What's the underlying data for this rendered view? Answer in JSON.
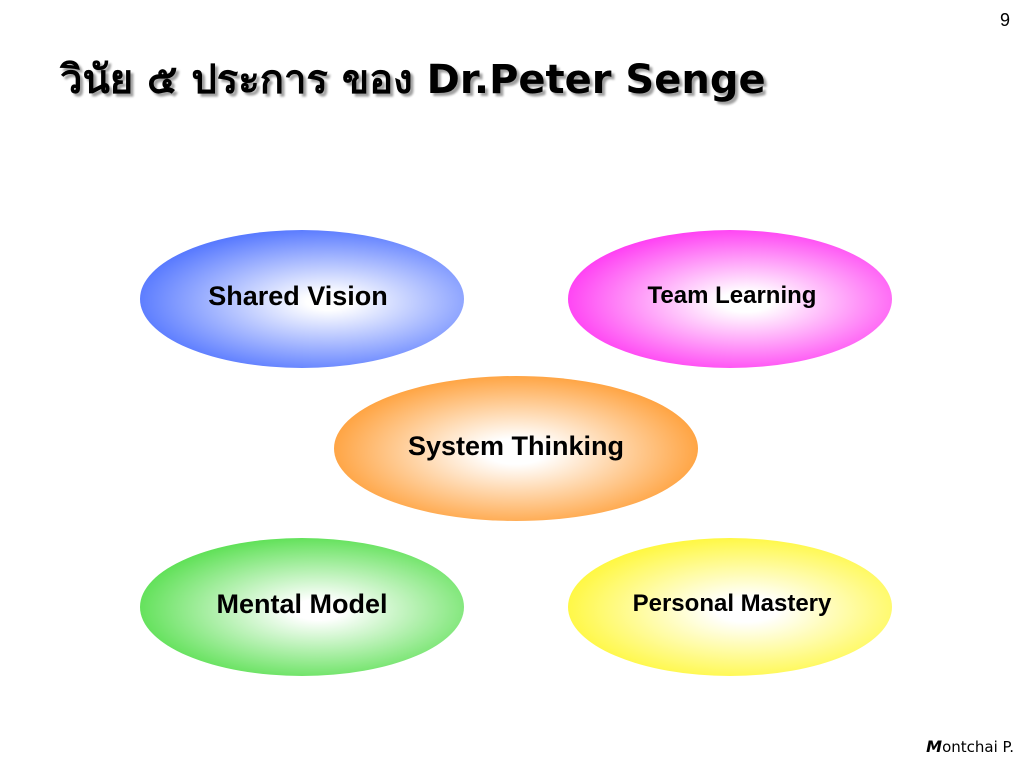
{
  "slide": {
    "number": "9",
    "title": "วินัย ๕ ประการ ของ Dr.Peter Senge"
  },
  "diagram": {
    "nodes": [
      {
        "label": "Shared Vision",
        "color": "#3a5ef7"
      },
      {
        "label": "Team Learning",
        "color": "#f50ef0"
      },
      {
        "label": "System Thinking",
        "color": "#ff8c1a"
      },
      {
        "label": "Mental Model",
        "color": "#3fd236"
      },
      {
        "label": "Personal Mastery",
        "color": "#fff200"
      }
    ]
  },
  "footer": {
    "initial": "M",
    "rest": "ontchai P."
  }
}
